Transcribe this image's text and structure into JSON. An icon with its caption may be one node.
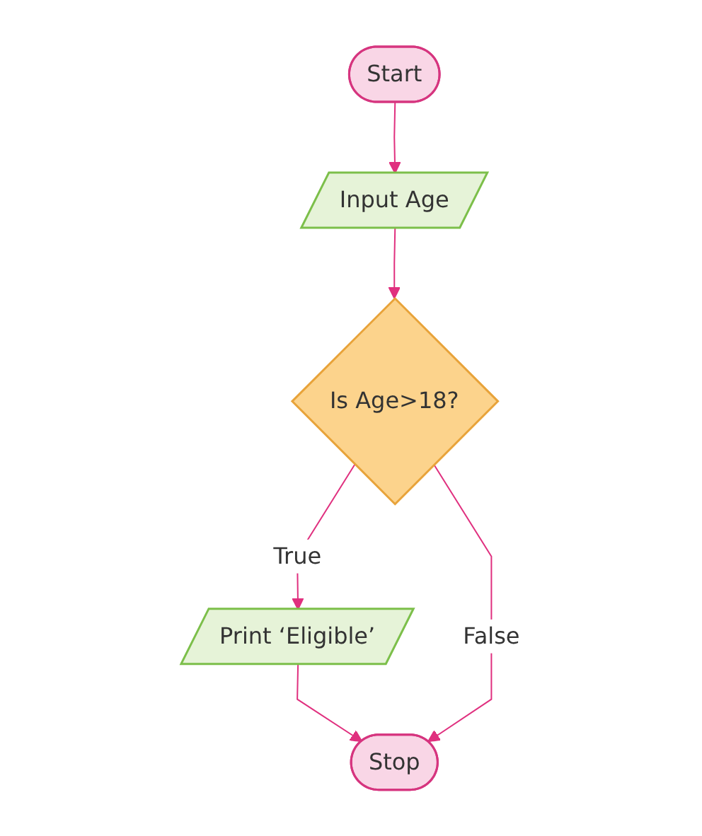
{
  "diagram": {
    "nodes": [
      {
        "text": [
          "Start"
        ]
      },
      {
        "text": [
          "Input Age"
        ]
      },
      {
        "text": [
          "Is Age>18?"
        ]
      },
      {
        "text": [
          "Print ‘Eligible’"
        ]
      },
      {
        "text": [
          "Stop"
        ]
      }
    ],
    "edges": [
      {
        "from": 0,
        "to": 1,
        "arrow": "to"
      },
      {
        "from": 1,
        "to": 2,
        "arrow": "to"
      },
      {
        "from": 2,
        "to": 3,
        "arrow": "to",
        "label": "True"
      },
      {
        "from": 3,
        "to": 4,
        "arrow": "to"
      },
      {
        "from": 2,
        "to": 4,
        "arrow": "to",
        "label": "False"
      }
    ]
  }
}
